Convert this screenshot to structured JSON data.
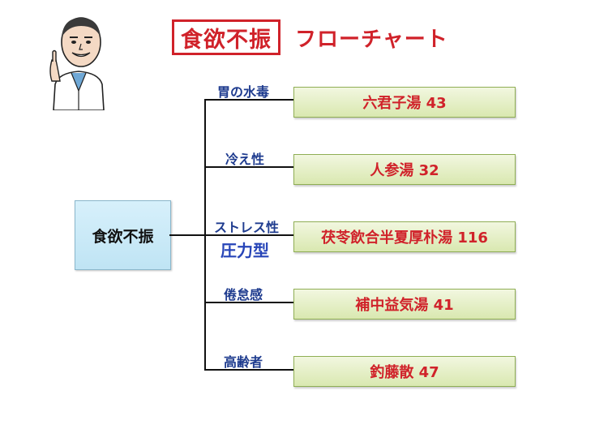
{
  "title": {
    "boxed": "食欲不振",
    "rest": "フローチャート"
  },
  "root": {
    "label": "食欲不振"
  },
  "branches": [
    {
      "label": "胃の水毒",
      "result": "六君子湯 43"
    },
    {
      "label": "冷え性",
      "result": "人参湯 32"
    },
    {
      "label": "ストレス性",
      "result": "茯苓飲合半夏厚朴湯 116",
      "sublabel": "圧力型"
    },
    {
      "label": "倦怠感",
      "result": "補中益気湯 41"
    },
    {
      "label": "高齢者",
      "result": "釣藤散 47"
    }
  ],
  "colors": {
    "title_red": "#d0222a",
    "branch_blue": "#1f3c8f",
    "root_fill": "#c9e9f6",
    "leaf_fill": "#e3eec4"
  }
}
